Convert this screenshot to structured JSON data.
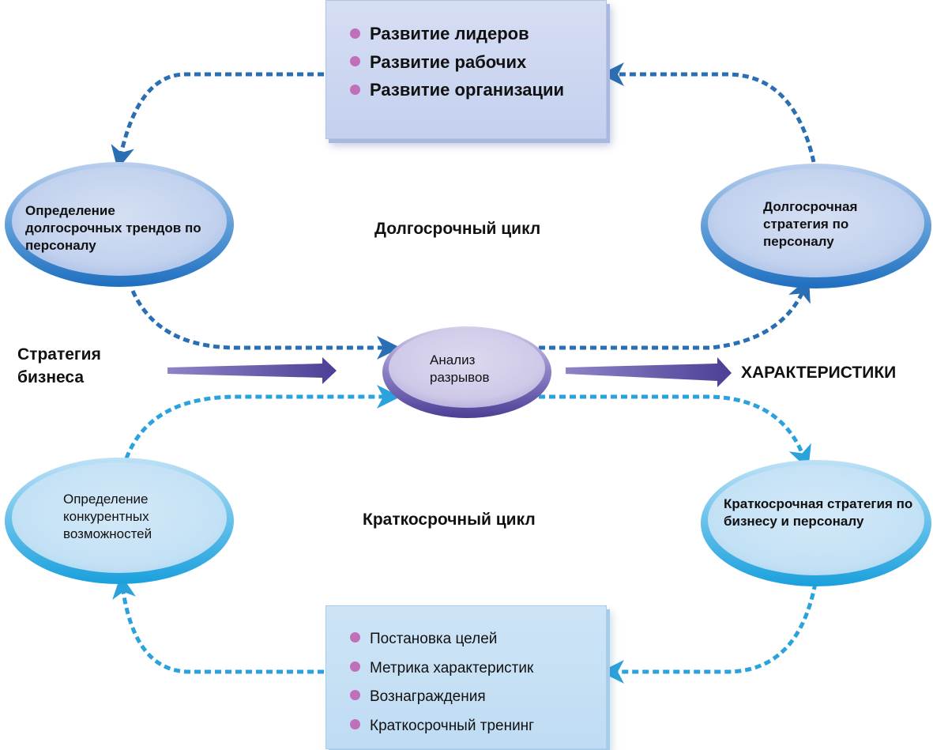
{
  "top_box": {
    "items": [
      "Развитие лидеров",
      "Развитие рабочих",
      "Развитие организации"
    ]
  },
  "bottom_box": {
    "items": [
      "Постановка целей",
      "Метрика  характеристик",
      "Вознаграждения",
      "Краткосрочный тренинг"
    ]
  },
  "ellipses": {
    "long_trends": "Определение долгосрочных трендов по персоналу",
    "long_strategy": "Долгосрочная стратегия по персоналу",
    "gap_analysis": "Анализ разрывов",
    "competitive": "Определение конкурентных возможностей",
    "short_strategy": "Краткосрочная стратегия по бизнесу и персоналу"
  },
  "labels": {
    "long_cycle": "Долгосрочный цикл",
    "short_cycle": "Краткосрочный цикл",
    "business_strategy": "Стратегия бизнеса",
    "characteristics": "ХАРАКТЕРИСТИКИ"
  },
  "colors": {
    "long_cycle_arrows": "#2a6fb3",
    "short_cycle_arrows": "#2aa3dc",
    "main_arrows": "#5b4ea0",
    "bullet": "#c070b8"
  }
}
